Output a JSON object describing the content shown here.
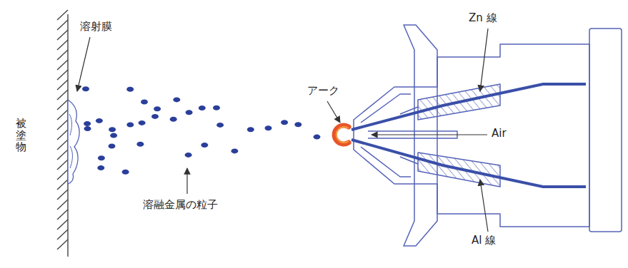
{
  "diagram": {
    "labels": [
      "溶射膜",
      "被塗物",
      "アーク",
      "Zn 線",
      "Air",
      "溶融金属の粒子",
      "Al 線"
    ]
  }
}
